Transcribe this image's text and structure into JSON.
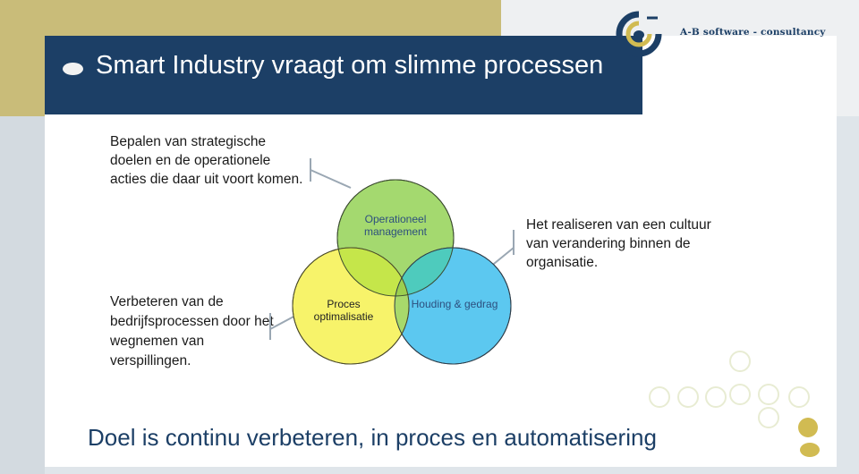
{
  "slide": {
    "title": "Smart Industry vraagt om slimme processen",
    "logo_text": "A-B software - consultancy",
    "left_top_text": "Bepalen van strategische doelen en de operationele acties die daar uit voort komen.",
    "right_text": "Het realiseren van een cultuur van verandering binnen de organisatie.",
    "left_bottom_text": "Verbeteren van de bedrijfsprocessen door het wegnemen van verspillingen.",
    "bottom_text": "Doel is continu verbeteren, in proces en automatisering"
  },
  "venn": {
    "circles": [
      {
        "label": "Operationeel management",
        "color": "#a4d96f"
      },
      {
        "label": "Proces optimalisatie",
        "color": "#f7f36a"
      },
      {
        "label": "Houding & gedrag",
        "color": "#5cc8f0"
      }
    ]
  },
  "colors": {
    "title_bar": "#1c3f66",
    "olive_band": "#c9bc79",
    "dot_outline": "#e8ecd3",
    "dot_fill": "#d1bb52"
  }
}
